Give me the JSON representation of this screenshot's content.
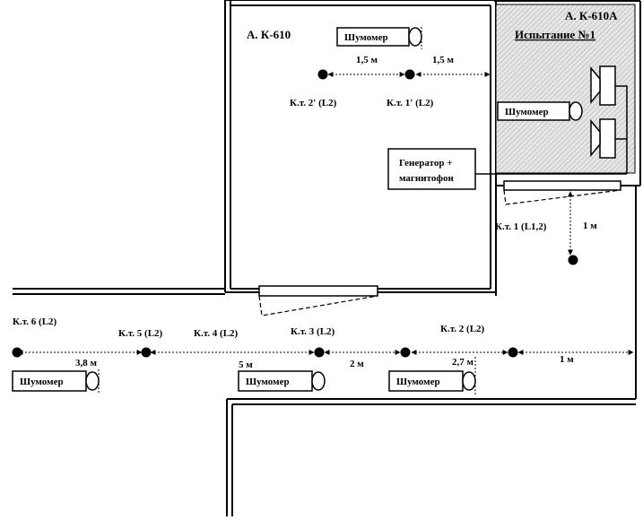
{
  "rooms": {
    "main_room": {
      "label": "А. К-610"
    },
    "test_room": {
      "label": "А. К-610А",
      "subtitle": "Испытание №1"
    }
  },
  "equipment": {
    "noise_source_label": "Шумомер",
    "generator_label_line1": "Генератор  +",
    "generator_label_line2": "магнитофон"
  },
  "points": {
    "p2prime": "К.т. 2' (L2)",
    "p1prime": "К.т. 1' (L2)",
    "p1": "К.т. 1 (L1,2)",
    "p2": "К.т. 2 (L2)",
    "p3": "К.т. 3 (L2)",
    "p4": "К.т. 4 (L2)",
    "p5": "К.т. 5 (L2)",
    "p6": "К.т. 6 (L2)"
  },
  "distances": {
    "d_1_5_left": "1,5 м",
    "d_1_5_right": "1,5 м",
    "d_1m_vertical": "1 м",
    "d_1m_corridor": "1 м",
    "d_2_7": "2,7 м",
    "d_2": "2 м",
    "d_5": "5 м",
    "d_3_8": "3,8 м"
  }
}
